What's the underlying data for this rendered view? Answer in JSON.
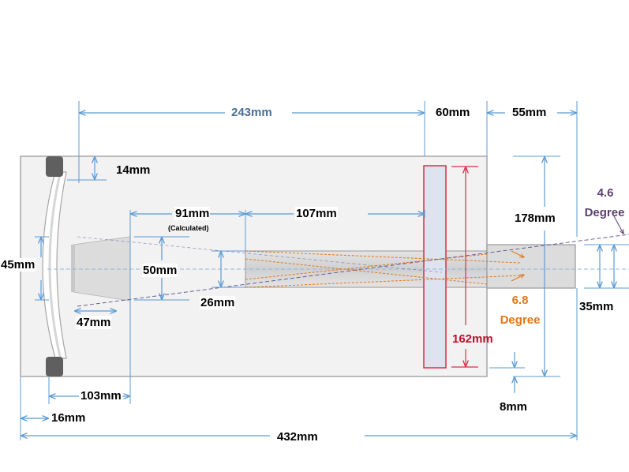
{
  "dimensions": {
    "d243": "243mm",
    "d60": "60mm",
    "d55": "55mm",
    "d14": "14mm",
    "d91": "91mm",
    "calculated": "(Calculated)",
    "d107": "107mm",
    "d178": "178mm",
    "d45": "45mm",
    "d50": "50mm",
    "d26": "26mm",
    "d47": "47mm",
    "d162": "162mm",
    "d35": "35mm",
    "d103": "103mm",
    "d16": "16mm",
    "d8": "8mm",
    "d432": "432mm"
  },
  "angles": {
    "a46_value": "4.6",
    "a46_unit": "Degree",
    "a68_value": "6.8",
    "a68_unit": "Degree"
  },
  "colors": {
    "dimension_line": "#5b9bd5",
    "blue_label": "#4a6f99",
    "red_label": "#c0102a",
    "orange_label": "#e07818",
    "purple_label": "#5b4070",
    "body_fill": "#f2f2f2",
    "body_stroke": "#a6a6a6"
  }
}
